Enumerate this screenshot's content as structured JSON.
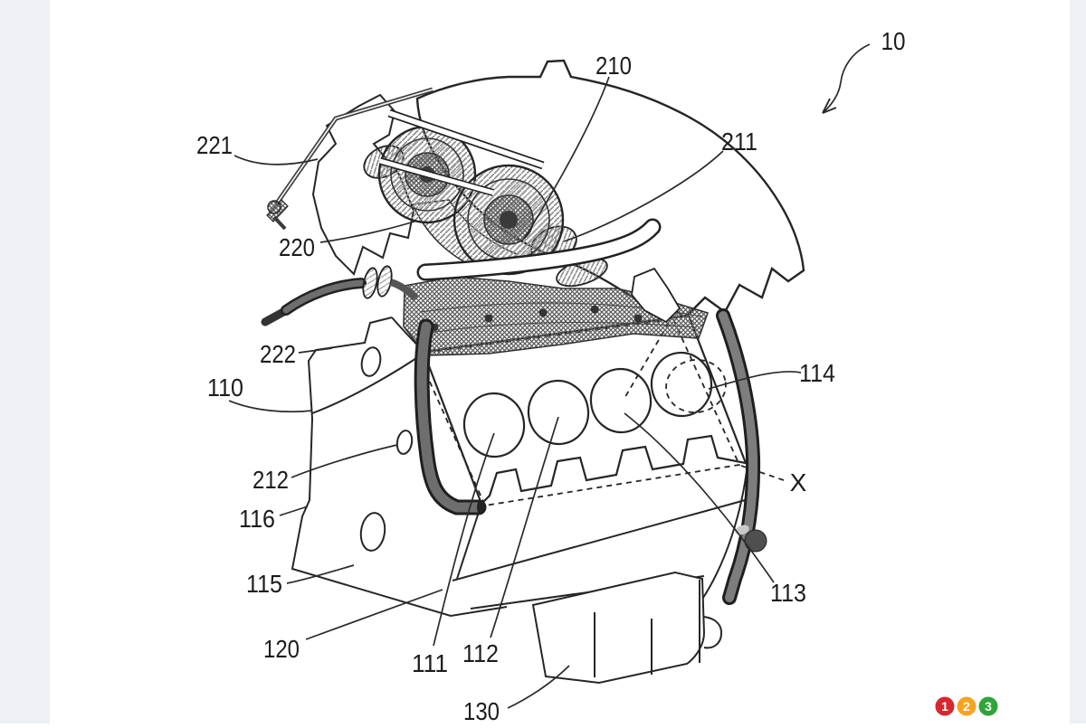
{
  "page": {
    "background": "#ffffff",
    "gutter_color": "#edf1f5"
  },
  "figure": {
    "kind": "patent-line-drawing",
    "subject": "isometric view of a V-type engine with twin turbochargers, exposed cylinder bores, heat insulator and oil pan",
    "line_color": "#262626",
    "reference_labels": [
      {
        "id": "10",
        "text": "10"
      },
      {
        "id": "210",
        "text": "210"
      },
      {
        "id": "211",
        "text": "211"
      },
      {
        "id": "221",
        "text": "221"
      },
      {
        "id": "220",
        "text": "220"
      },
      {
        "id": "222",
        "text": "222"
      },
      {
        "id": "110",
        "text": "110"
      },
      {
        "id": "212",
        "text": "212"
      },
      {
        "id": "116",
        "text": "116"
      },
      {
        "id": "115",
        "text": "115"
      },
      {
        "id": "120",
        "text": "120"
      },
      {
        "id": "111",
        "text": "111"
      },
      {
        "id": "112",
        "text": "112"
      },
      {
        "id": "113",
        "text": "113"
      },
      {
        "id": "114",
        "text": "114"
      },
      {
        "id": "130",
        "text": "130"
      },
      {
        "id": "X",
        "text": "X"
      }
    ]
  },
  "branding": {
    "badges": [
      {
        "text": "1",
        "color": "#d7282f"
      },
      {
        "text": "2",
        "color": "#f6a41f"
      },
      {
        "text": "3",
        "color": "#2fa43b"
      }
    ]
  }
}
